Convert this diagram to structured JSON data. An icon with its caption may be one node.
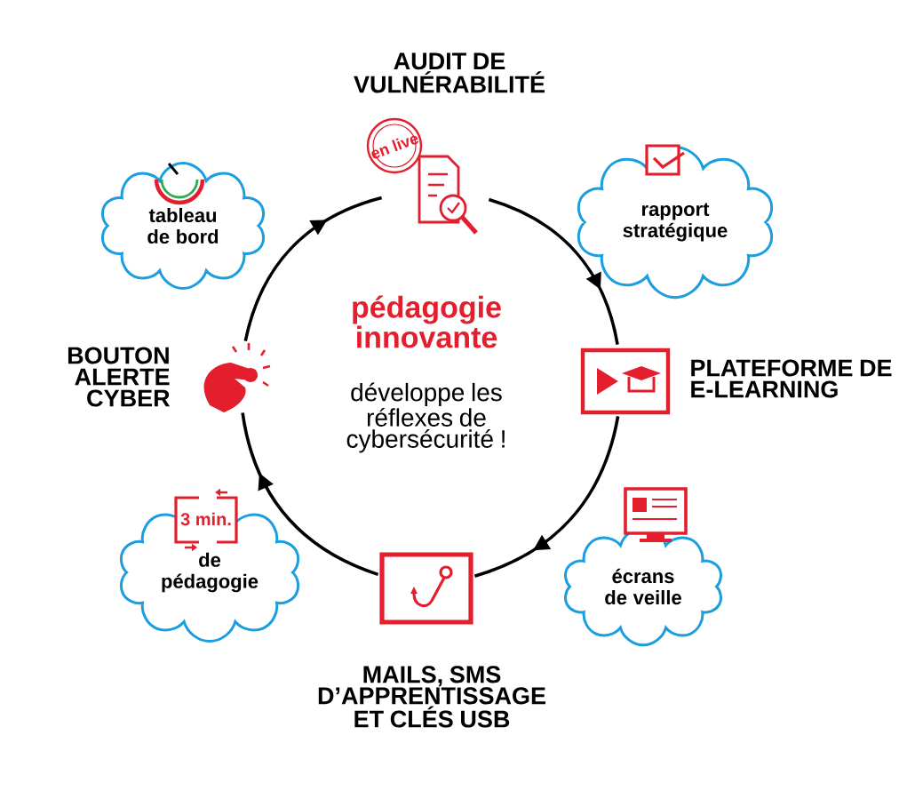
{
  "diagram": {
    "nodes": [
      {
        "text": [
          "AUDIT DE VULNÉRABILITÉ",
          "en live"
        ]
      },
      {
        "text": [
          "tableau de bord"
        ]
      },
      {
        "text": [
          "rapport stratégique"
        ]
      },
      {
        "text": [
          "BOUTON ALERTE CYBER"
        ]
      },
      {
        "text": [
          "PLATEFORME DE E-LEARNING"
        ]
      },
      {
        "text": [
          "3 min.",
          "de pédagogie"
        ]
      },
      {
        "text": [
          "écrans de veille"
        ]
      },
      {
        "text": [
          "MAILS, SMS D’APPRENTISSAGE ET CLÉS USB"
        ]
      }
    ],
    "edges": [
      {
        "from": 0,
        "to": 4,
        "arrow": "to"
      },
      {
        "from": 4,
        "to": 7,
        "arrow": "to"
      },
      {
        "from": 7,
        "to": 3,
        "arrow": "to"
      },
      {
        "from": 3,
        "to": 0,
        "arrow": "to"
      }
    ],
    "labels": [
      "pédagogie innovante",
      "développe les réflexes de cybersécurité !"
    ]
  }
}
